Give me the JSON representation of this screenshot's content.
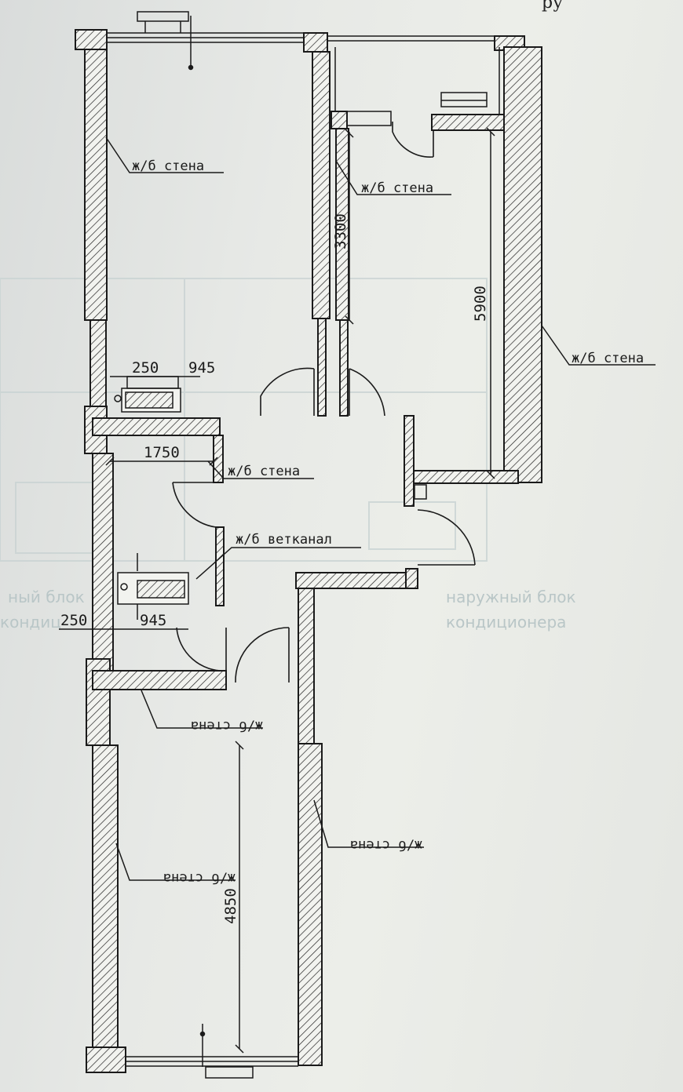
{
  "header_fragment": "ру",
  "ghost_texts": [
    "наружный блок",
    "кондиционера",
    "ный блок",
    "кондиц"
  ],
  "wall_labels": {
    "top_left": "ж/б стена",
    "top_middle": "ж/б стена",
    "right": "ж/б стена",
    "mid_left": "ж/б стена",
    "vent": "ж/б ветканал",
    "lower_left": "ж/б стена",
    "lower_right": "ж/б стена",
    "bottom_left": "ж/б стена"
  },
  "dimensions": {
    "d3300": "3300",
    "d5900": "5900",
    "d4850": "4850",
    "d1750": "1750",
    "top_250": "250",
    "top_945": "945",
    "bot_250": "250",
    "bot_945": "945"
  },
  "colors": {
    "ink": "#1a1a1a",
    "paper": "#e9ebe7",
    "ghost": "#b9c6c7"
  }
}
